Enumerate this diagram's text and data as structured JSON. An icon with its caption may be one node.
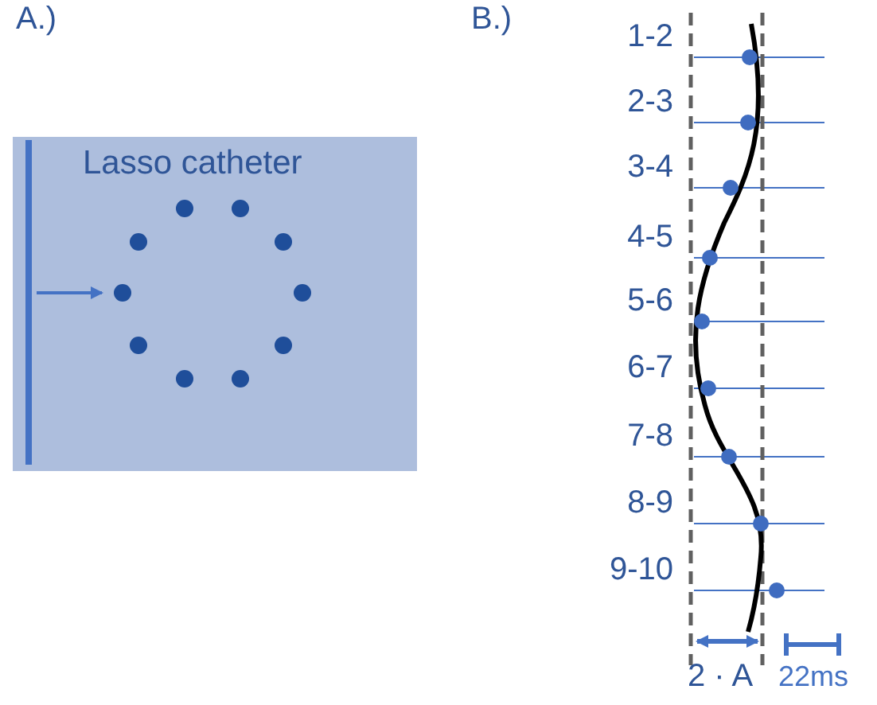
{
  "diagram": {
    "nodes": [
      {
        "text": [
          "Lasso catheter"
        ]
      }
    ],
    "labels": [
      "A.)",
      "B.)",
      "1-2",
      "2-3",
      "3-4",
      "4-5",
      "5-6",
      "6-7",
      "7-8",
      "8-9",
      "9-10",
      "2 · A",
      "22ms"
    ]
  }
}
